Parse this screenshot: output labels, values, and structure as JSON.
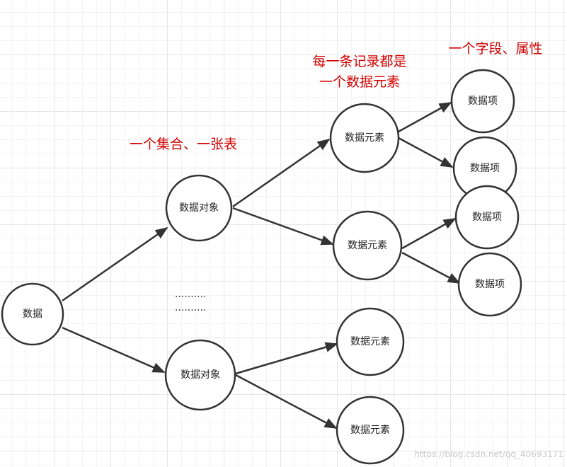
{
  "nodes": {
    "root": "数据",
    "object_1": "数据对象",
    "object_2": "数据对象",
    "element_1": "数据元素",
    "element_2": "数据元素",
    "element_3": "数据元素",
    "element_4": "数据元素",
    "item_1": "数据项",
    "item_2": "数据项",
    "item_3": "数据项",
    "item_4": "数据项"
  },
  "annotations": {
    "object": "一个集合、一张表",
    "element_line1": "每一条记录都是",
    "element_line2": "一个数据元素",
    "item": "一个字段、属性"
  },
  "ellipsis": {
    "line1": "..........",
    "line2": ".........."
  },
  "watermark": "https://blog.csdn.net/qq_40693171",
  "colors": {
    "annotation": "#d40000",
    "stroke": "#333333",
    "node_fill": "#ffffff",
    "grid": "#e6e6e6"
  }
}
